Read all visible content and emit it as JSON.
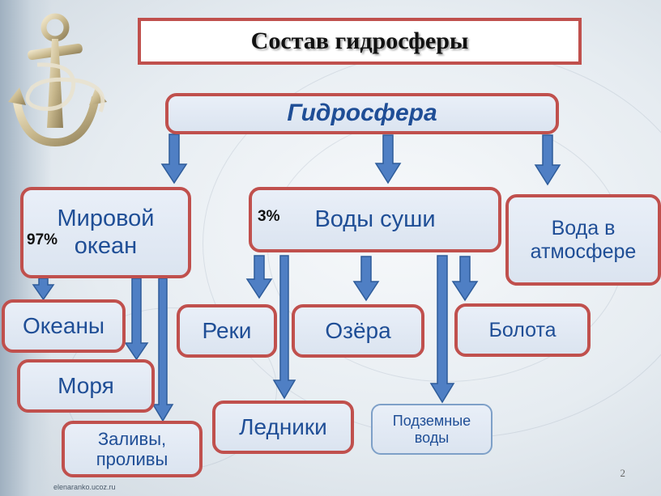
{
  "title": "Состав гидросферы",
  "root": "Гидросфера",
  "categories": {
    "ocean": "Мировой океан",
    "land_waters": "Воды суши",
    "atmosphere": "Вода в атмосфере"
  },
  "percentages": {
    "ocean": "97%",
    "land_waters": "3%"
  },
  "ocean_parts": [
    "Океаны",
    "Моря",
    "Заливы, проливы"
  ],
  "land_parts": [
    "Реки",
    "Озёра",
    "Болота",
    "Ледники",
    "Подземные воды"
  ],
  "footer": {
    "page_number": "2",
    "watermark": "elenaranko.ucoz.ru"
  },
  "colors": {
    "box_border": "#c0504d",
    "box_text": "#1f4e96",
    "arrow_fill": "#4f7fc4",
    "arrow_stroke": "#2e5c9a"
  },
  "icons": [
    "anchor-icon",
    "arrow-down-icon"
  ]
}
